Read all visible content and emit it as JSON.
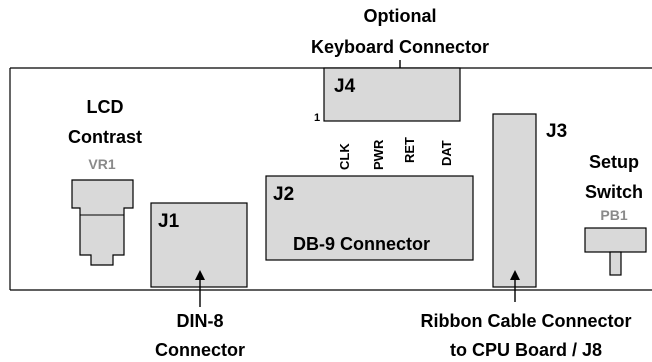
{
  "callouts": {
    "keyboard": "Optional\nKeyboard Connector",
    "lcd": "LCD\nContrast",
    "setup": "Setup\nSwitch",
    "din": "DIN-8\nConnector",
    "ribbon": "Ribbon Cable Connector\nto CPU Board / J8"
  },
  "refs": {
    "vr1": "VR1",
    "pb1": "PB1"
  },
  "connectors": {
    "j1": "J1",
    "j2": "J2",
    "j2_desc": "DB-9 Connector",
    "j3": "J3",
    "j4": "J4",
    "j4_pin1": "1"
  },
  "pins": [
    "CLK",
    "PWR",
    "RET",
    "DAT"
  ],
  "colors": {
    "component_fill": "#d9d9d9",
    "ref_text": "#8a8a8a",
    "stroke": "#000000"
  }
}
